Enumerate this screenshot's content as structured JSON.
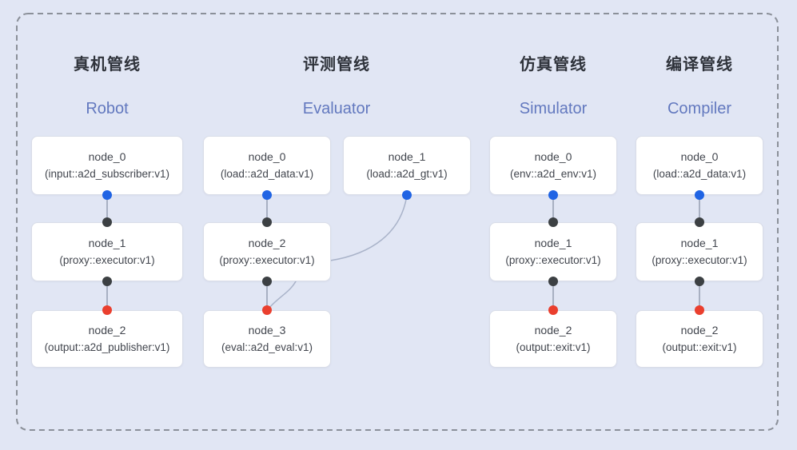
{
  "diagram": {
    "pipelines": [
      {
        "title_zh": "真机管线",
        "title_en": "Robot",
        "nodes": [
          {
            "name": "node_0",
            "detail": "(input::a2d_subscriber:v1)"
          },
          {
            "name": "node_1",
            "detail": "(proxy::executor:v1)"
          },
          {
            "name": "node_2",
            "detail": "(output::a2d_publisher:v1)"
          }
        ],
        "edges": [
          "node_0->node_1",
          "node_1->node_2"
        ]
      },
      {
        "title_zh": "评测管线",
        "title_en": "Evaluator",
        "nodes": [
          {
            "name": "node_0",
            "detail": "(load::a2d_data:v1)"
          },
          {
            "name": "node_1",
            "detail": "(load::a2d_gt:v1)"
          },
          {
            "name": "node_2",
            "detail": "(proxy::executor:v1)"
          },
          {
            "name": "node_3",
            "detail": "(eval::a2d_eval:v1)"
          }
        ],
        "edges": [
          "node_0->node_2",
          "node_2->node_3",
          "node_1->node_3"
        ]
      },
      {
        "title_zh": "仿真管线",
        "title_en": "Simulator",
        "nodes": [
          {
            "name": "node_0",
            "detail": "(env::a2d_env:v1)"
          },
          {
            "name": "node_1",
            "detail": "(proxy::executor:v1)"
          },
          {
            "name": "node_2",
            "detail": "(output::exit:v1)"
          }
        ],
        "edges": [
          "node_0->node_1",
          "node_1->node_2"
        ]
      },
      {
        "title_zh": "编译管线",
        "title_en": "Compiler",
        "nodes": [
          {
            "name": "node_0",
            "detail": "(load::a2d_data:v1)"
          },
          {
            "name": "node_1",
            "detail": "(proxy::executor:v1)"
          },
          {
            "name": "node_2",
            "detail": "(output::exit:v1)"
          }
        ],
        "edges": [
          "node_0->node_1",
          "node_1->node_2"
        ]
      }
    ],
    "colors": {
      "background": "#e1e6f4",
      "box_fill": "#ffffff",
      "box_border": "#d9dde8",
      "title_zh": "#2f333b",
      "title_en": "#6379bf",
      "node_text": "#42464e",
      "dot_blue": "#2064e4",
      "dot_dark": "#3c4043",
      "dot_red": "#ea3f2e",
      "edge_line": "#8f99ad",
      "curve_line": "#a9b3c9",
      "dashed_border": "#8b9099"
    }
  }
}
